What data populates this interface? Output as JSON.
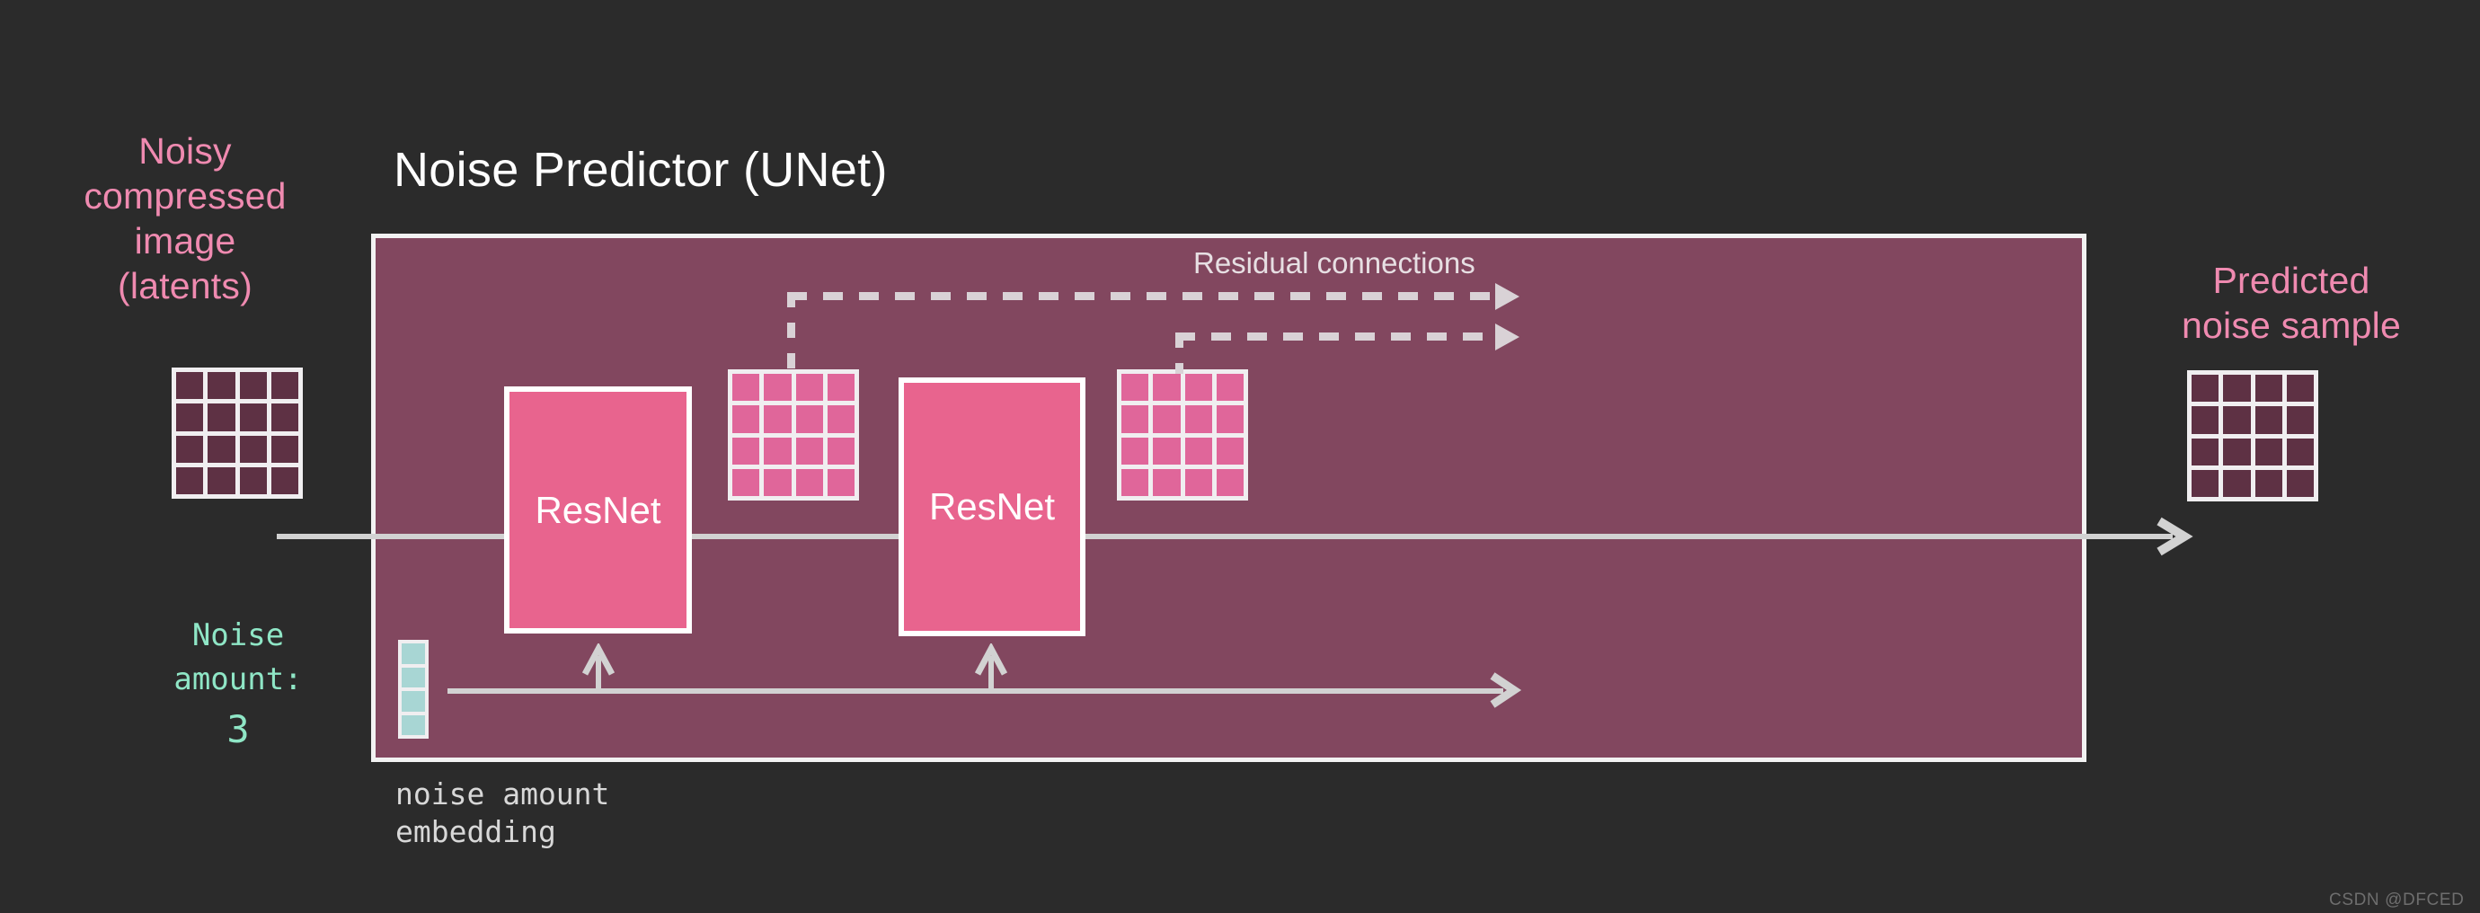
{
  "page": {
    "background_color": "#2b2b2b",
    "watermark": "CSDN @DFCED"
  },
  "title": "Noise Predictor (UNet)",
  "left": {
    "input_label": "Noisy\ncompressed\nimage\n(latents)",
    "input_label_lines": [
      "Noisy",
      "compressed",
      "image",
      "(latents)"
    ],
    "noise_amount_label_lines": [
      "Noise",
      "amount:"
    ],
    "noise_amount_value": "3",
    "embedding_caption_lines": [
      "noise amount",
      "embedding"
    ]
  },
  "right": {
    "output_label_lines": [
      "Predicted",
      "noise sample"
    ]
  },
  "panel": {
    "blocks": [
      {
        "name": "resnet-1",
        "label": "ResNet"
      },
      {
        "name": "resnet-2",
        "label": "ResNet"
      }
    ],
    "residual_label": "Residual connections",
    "residual_count": 2
  },
  "colors": {
    "panel_fill": "#82475f",
    "panel_border": "#f2f2f2",
    "resnet_fill": "#e8648e",
    "latent_cell": "#5e3144",
    "feature_cell": "#e0669a",
    "embedding_cell": "#a8d6d4",
    "pink_text": "#ef8ab0",
    "mint_text": "#8fe6c6",
    "arrow": "#d2d2d2",
    "dashed_arrow": "#d9d2d6"
  },
  "grids": {
    "latent_input": {
      "rows": 4,
      "cols": 4,
      "fill": "latent_cell"
    },
    "feature_1": {
      "rows": 4,
      "cols": 4,
      "fill": "feature_cell"
    },
    "feature_2": {
      "rows": 4,
      "cols": 4,
      "fill": "feature_cell"
    },
    "predicted_output": {
      "rows": 4,
      "cols": 4,
      "fill": "latent_cell"
    },
    "embedding_strip": {
      "rows": 4,
      "cols": 1,
      "fill": "embedding_cell"
    }
  }
}
